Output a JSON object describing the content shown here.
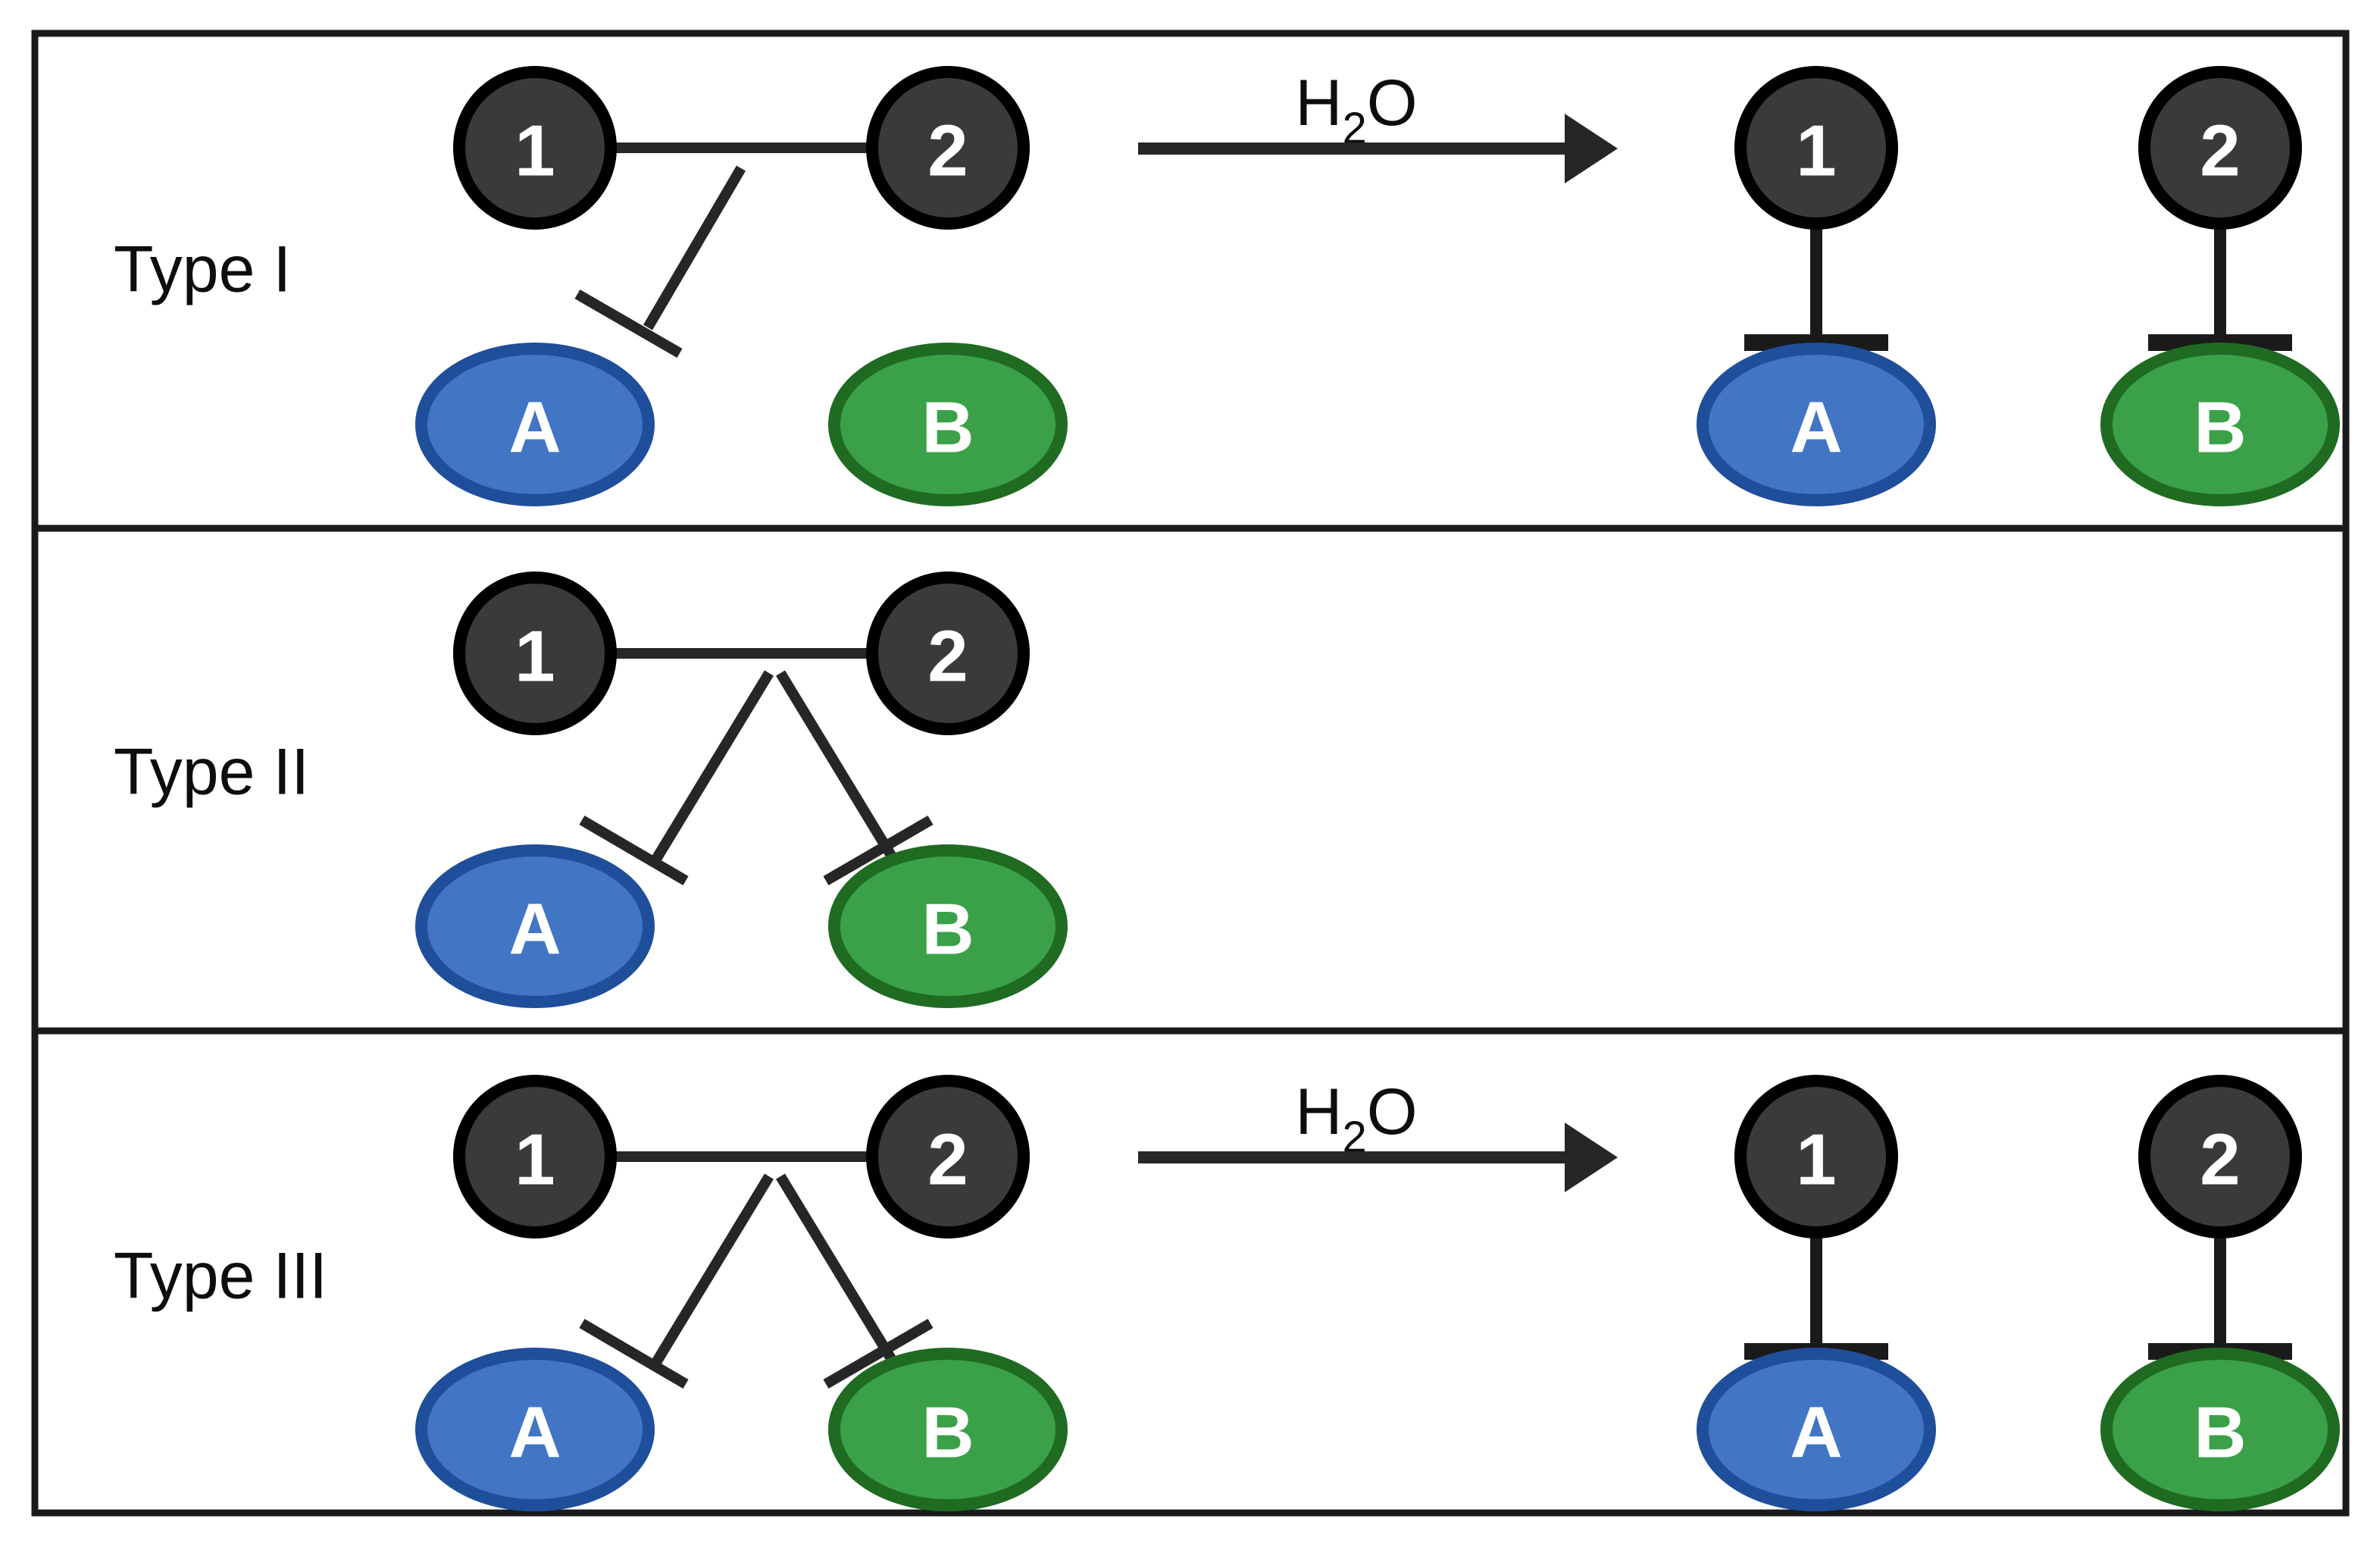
{
  "figure": {
    "background_color": "#ffffff",
    "border_color": "#1a1a1a",
    "title": ""
  },
  "palette": {
    "regulator_fill": "#3a3a3a",
    "regulator_stroke": "#000000",
    "target_a_fill": "#4275c4",
    "target_a_stroke": "#1f4e9a",
    "target_b_fill": "#3aa148",
    "target_b_stroke": "#1f6b22",
    "edge_color": "#262626",
    "label_color": "#0d0d0d",
    "node_text_color": "#ffffff"
  },
  "rows": [
    {
      "id": "type-1",
      "label": "Type I",
      "left_panel": {
        "regulators": [
          {
            "id": "reg-1",
            "label": "1"
          },
          {
            "id": "reg-2",
            "label": "2"
          }
        ],
        "targets": [
          {
            "id": "target-a",
            "label": "A",
            "color": "blue"
          },
          {
            "id": "target-b",
            "label": "B",
            "color": "green"
          }
        ],
        "complex_link": true,
        "inhibitions": [
          {
            "from": "complex",
            "to": "target-a"
          }
        ]
      },
      "reaction": {
        "present": true,
        "reagent": "H",
        "reagent_subscript": "2",
        "reagent_tail": "O",
        "reagent_full": "H2O"
      },
      "right_panel": {
        "present": true,
        "pairs": [
          {
            "regulator": "1",
            "target": "A",
            "color": "blue",
            "inhibition": true
          },
          {
            "regulator": "2",
            "target": "B",
            "color": "green",
            "inhibition": true
          }
        ]
      }
    },
    {
      "id": "type-2",
      "label": "Type II",
      "left_panel": {
        "regulators": [
          {
            "id": "reg-1",
            "label": "1"
          },
          {
            "id": "reg-2",
            "label": "2"
          }
        ],
        "targets": [
          {
            "id": "target-a",
            "label": "A",
            "color": "blue"
          },
          {
            "id": "target-b",
            "label": "B",
            "color": "green"
          }
        ],
        "complex_link": true,
        "inhibitions": [
          {
            "from": "complex",
            "to": "target-a"
          },
          {
            "from": "complex",
            "to": "target-b"
          }
        ]
      },
      "reaction": {
        "present": false,
        "reagent": "",
        "reagent_subscript": "",
        "reagent_tail": "",
        "reagent_full": ""
      },
      "right_panel": {
        "present": false,
        "pairs": []
      }
    },
    {
      "id": "type-3",
      "label": "Type III",
      "left_panel": {
        "regulators": [
          {
            "id": "reg-1",
            "label": "1"
          },
          {
            "id": "reg-2",
            "label": "2"
          }
        ],
        "targets": [
          {
            "id": "target-a",
            "label": "A",
            "color": "blue"
          },
          {
            "id": "target-b",
            "label": "B",
            "color": "green"
          }
        ],
        "complex_link": true,
        "inhibitions": [
          {
            "from": "complex",
            "to": "target-a"
          },
          {
            "from": "complex",
            "to": "target-b"
          }
        ]
      },
      "reaction": {
        "present": true,
        "reagent": "H",
        "reagent_subscript": "2",
        "reagent_tail": "O",
        "reagent_full": "H2O"
      },
      "right_panel": {
        "present": true,
        "pairs": [
          {
            "regulator": "1",
            "target": "A",
            "color": "blue",
            "inhibition": true
          },
          {
            "regulator": "2",
            "target": "B",
            "color": "green",
            "inhibition": true
          }
        ]
      }
    }
  ]
}
